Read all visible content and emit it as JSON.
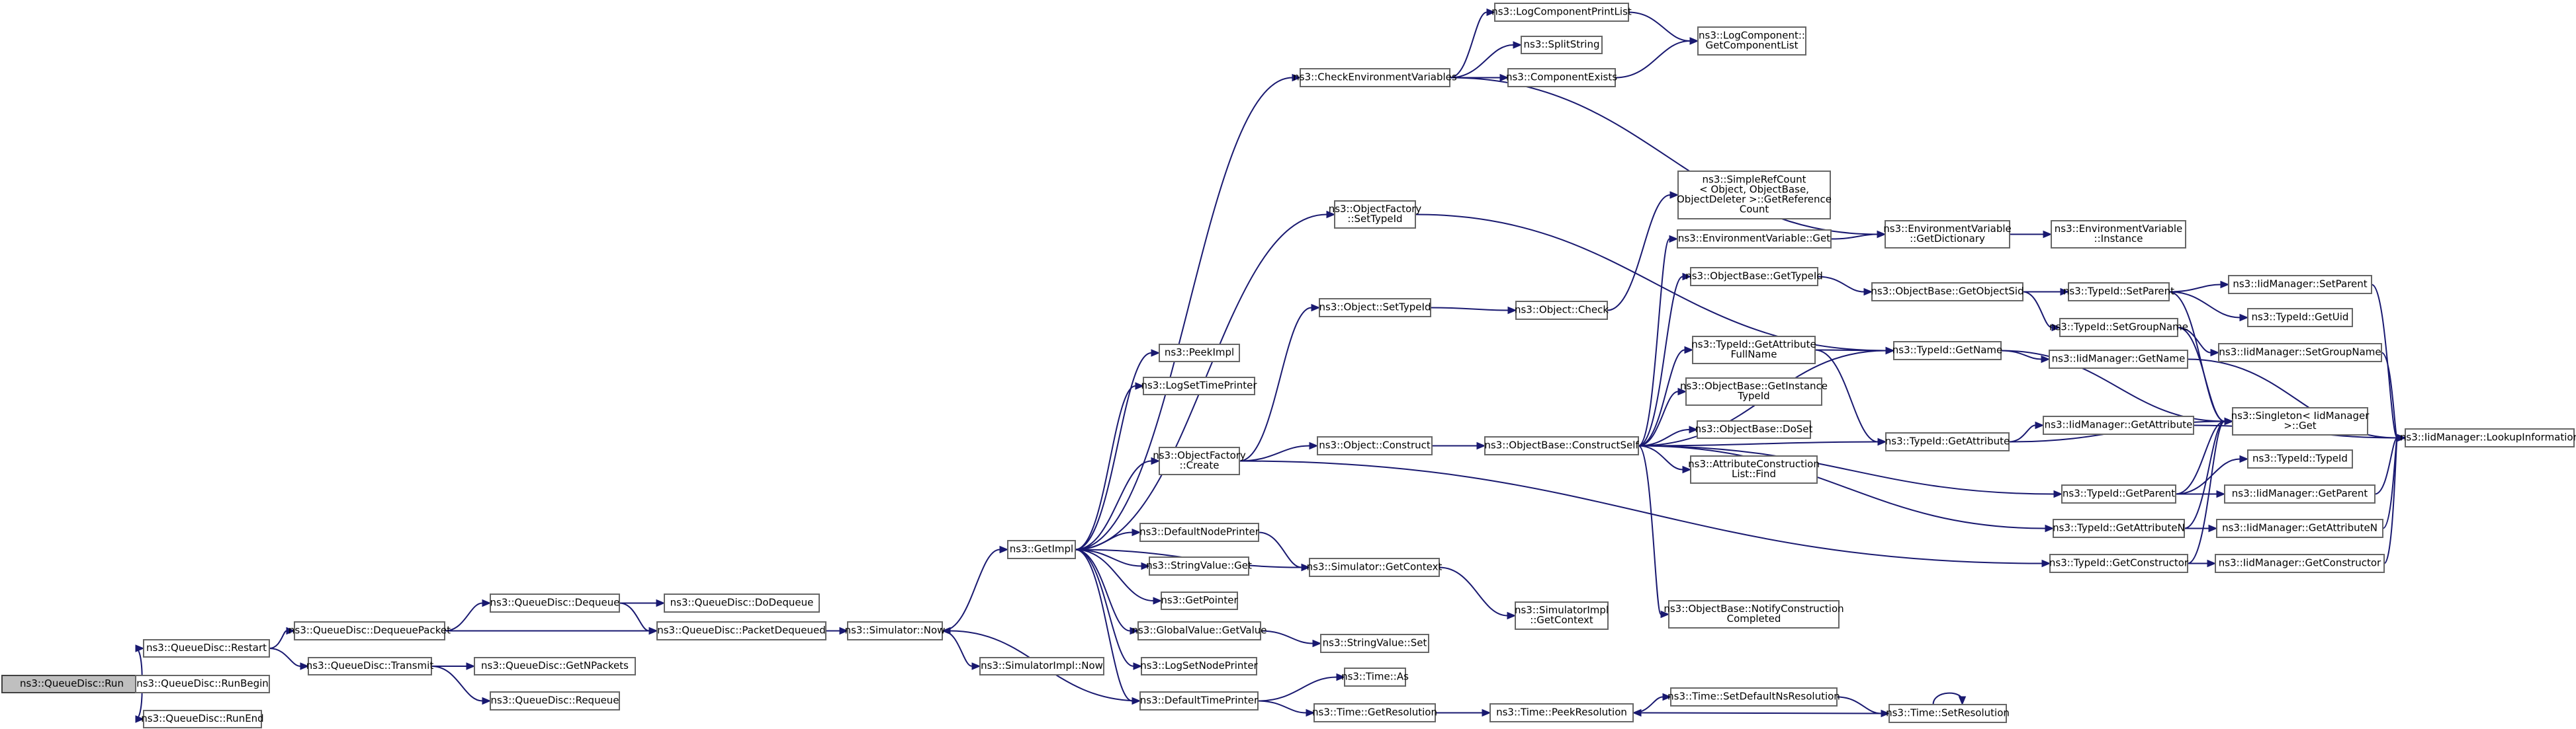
{
  "title": "",
  "colors": {
    "edge": "#191970",
    "node_border": "#666666",
    "root_fill": "#bfbfbf",
    "background": "#ffffff"
  },
  "nodes": [
    {
      "id": "run",
      "lines": [
        "ns3::QueueDisc::Run"
      ],
      "root": true
    },
    {
      "id": "restart",
      "lines": [
        "ns3::QueueDisc::Restart"
      ]
    },
    {
      "id": "runbegin",
      "lines": [
        "ns3::QueueDisc::RunBegin"
      ]
    },
    {
      "id": "runend",
      "lines": [
        "ns3::QueueDisc::RunEnd"
      ]
    },
    {
      "id": "dequeuepacket",
      "lines": [
        "ns3::QueueDisc::DequeuePacket"
      ]
    },
    {
      "id": "transmit",
      "lines": [
        "ns3::QueueDisc::Transmit"
      ]
    },
    {
      "id": "dequeue",
      "lines": [
        "ns3::QueueDisc::Dequeue"
      ]
    },
    {
      "id": "dodequeue",
      "lines": [
        "ns3::QueueDisc::DoDequeue"
      ]
    },
    {
      "id": "packetdequeued",
      "lines": [
        "ns3::QueueDisc::PacketDequeued"
      ]
    },
    {
      "id": "getnpackets",
      "lines": [
        "ns3::QueueDisc::GetNPackets"
      ]
    },
    {
      "id": "requeue",
      "lines": [
        "ns3::QueueDisc::Requeue"
      ]
    },
    {
      "id": "simnow",
      "lines": [
        "ns3::Simulator::Now"
      ]
    },
    {
      "id": "simimplnow",
      "lines": [
        "ns3::SimulatorImpl::Now"
      ]
    },
    {
      "id": "getimpl",
      "lines": [
        "ns3::GetImpl"
      ]
    },
    {
      "id": "peekimpl",
      "lines": [
        "ns3::PeekImpl"
      ]
    },
    {
      "id": "logsettimeprinter",
      "lines": [
        "ns3::LogSetTimePrinter"
      ]
    },
    {
      "id": "objfactorycreate",
      "lines": [
        "ns3::ObjectFactory",
        "::Create"
      ]
    },
    {
      "id": "defaultnodeprinter",
      "lines": [
        "ns3::DefaultNodePrinter"
      ]
    },
    {
      "id": "stringvalueget",
      "lines": [
        "ns3::StringValue::Get"
      ]
    },
    {
      "id": "getpointer",
      "lines": [
        "ns3::GetPointer"
      ]
    },
    {
      "id": "globalvalueget",
      "lines": [
        "ns3::GlobalValue::GetValue"
      ]
    },
    {
      "id": "logsetnodeprinter",
      "lines": [
        "ns3::LogSetNodePrinter"
      ]
    },
    {
      "id": "defaulttimeprinter",
      "lines": [
        "ns3::DefaultTimePrinter"
      ]
    },
    {
      "id": "checkenv",
      "lines": [
        "ns3::CheckEnvironmentVariables"
      ]
    },
    {
      "id": "objfactorysettypeid",
      "lines": [
        "ns3::ObjectFactory",
        "::SetTypeId"
      ]
    },
    {
      "id": "objectsettypeid",
      "lines": [
        "ns3::Object::SetTypeId"
      ]
    },
    {
      "id": "objectconstruct",
      "lines": [
        "ns3::Object::Construct"
      ]
    },
    {
      "id": "simgetcontext",
      "lines": [
        "ns3::Simulator::GetContext"
      ]
    },
    {
      "id": "stringvalueset",
      "lines": [
        "ns3::StringValue::Set"
      ]
    },
    {
      "id": "timeas",
      "lines": [
        "ns3::Time::As"
      ]
    },
    {
      "id": "timegetresolution",
      "lines": [
        "ns3::Time::GetResolution"
      ]
    },
    {
      "id": "logcompprintlist",
      "lines": [
        "ns3::LogComponentPrintList"
      ]
    },
    {
      "id": "splitstring",
      "lines": [
        "ns3::SplitString"
      ]
    },
    {
      "id": "componentexists",
      "lines": [
        "ns3::ComponentExists"
      ]
    },
    {
      "id": "getcomplist",
      "lines": [
        "ns3::LogComponent::",
        "GetComponentList"
      ]
    },
    {
      "id": "objectcheck",
      "lines": [
        "ns3::Object::Check"
      ]
    },
    {
      "id": "constructself",
      "lines": [
        "ns3::ObjectBase::ConstructSelf"
      ]
    },
    {
      "id": "simimplgetcontext",
      "lines": [
        "ns3::SimulatorImpl",
        "::GetContext"
      ]
    },
    {
      "id": "peekresolution",
      "lines": [
        "ns3::Time::PeekResolution"
      ]
    },
    {
      "id": "simplerefcount",
      "lines": [
        "ns3::SimpleRefCount",
        "< Object, ObjectBase,",
        "ObjectDeleter >::GetReference",
        "Count"
      ]
    },
    {
      "id": "envget",
      "lines": [
        "ns3::EnvironmentVariable::Get"
      ]
    },
    {
      "id": "objbasegettypeid",
      "lines": [
        "ns3::ObjectBase::GetTypeId"
      ]
    },
    {
      "id": "getattrfullname",
      "lines": [
        "ns3::TypeId::GetAttribute",
        "FullName"
      ]
    },
    {
      "id": "getinstancetypeid",
      "lines": [
        "ns3::ObjectBase::GetInstance",
        "TypeId"
      ]
    },
    {
      "id": "doset",
      "lines": [
        "ns3::ObjectBase::DoSet"
      ]
    },
    {
      "id": "attrconstructfind",
      "lines": [
        "ns3::AttributeConstruction",
        "List::Find"
      ]
    },
    {
      "id": "notifyconstruction",
      "lines": [
        "ns3::ObjectBase::NotifyConstruction",
        "Completed"
      ]
    },
    {
      "id": "setdefaultnsres",
      "lines": [
        "ns3::Time::SetDefaultNsResolution"
      ]
    },
    {
      "id": "timesetresolution",
      "lines": [
        "ns3::Time::SetResolution"
      ]
    },
    {
      "id": "envgetdictionary",
      "lines": [
        "ns3::EnvironmentVariable",
        "::GetDictionary"
      ]
    },
    {
      "id": "objbasegetobjectsid",
      "lines": [
        "ns3::ObjectBase::GetObjectSid"
      ]
    },
    {
      "id": "typeidgetname",
      "lines": [
        "ns3::TypeId::GetName"
      ]
    },
    {
      "id": "typeidgetattribute",
      "lines": [
        "ns3::TypeId::GetAttribute"
      ]
    },
    {
      "id": "typeidgetparent",
      "lines": [
        "ns3::TypeId::GetParent"
      ]
    },
    {
      "id": "typeidgetattributen",
      "lines": [
        "ns3::TypeId::GetAttributeN"
      ]
    },
    {
      "id": "typeidgetconstructor",
      "lines": [
        "ns3::TypeId::GetConstructor"
      ]
    },
    {
      "id": "envinstance",
      "lines": [
        "ns3::EnvironmentVariable",
        "::Instance"
      ]
    },
    {
      "id": "typeidsetparent",
      "lines": [
        "ns3::TypeId::SetParent"
      ]
    },
    {
      "id": "typeidsetgroupname",
      "lines": [
        "ns3::TypeId::SetGroupName"
      ]
    },
    {
      "id": "iidgetname",
      "lines": [
        "ns3::IidManager::GetName"
      ]
    },
    {
      "id": "iidgetattribute",
      "lines": [
        "ns3::IidManager::GetAttribute"
      ]
    },
    {
      "id": "singletonget",
      "lines": [
        "ns3::Singleton< IidManager",
        " >::Get"
      ]
    },
    {
      "id": "typeidtypeid",
      "lines": [
        "ns3::TypeId::TypeId"
      ]
    },
    {
      "id": "iidgetparent",
      "lines": [
        "ns3::IidManager::GetParent"
      ]
    },
    {
      "id": "iidgetattributen",
      "lines": [
        "ns3::IidManager::GetAttributeN"
      ]
    },
    {
      "id": "iidgetconstructor",
      "lines": [
        "ns3::IidManager::GetConstructor"
      ]
    },
    {
      "id": "iidsetparent",
      "lines": [
        "ns3::IidManager::SetParent"
      ]
    },
    {
      "id": "typeidgetuid",
      "lines": [
        "ns3::TypeId::GetUid"
      ]
    },
    {
      "id": "iidsetgroupname",
      "lines": [
        "ns3::IidManager::SetGroupName"
      ]
    },
    {
      "id": "iidlookup",
      "lines": [
        "ns3::IidManager::LookupInformation"
      ]
    }
  ],
  "edges": [
    [
      "run",
      "restart"
    ],
    [
      "run",
      "runbegin"
    ],
    [
      "run",
      "runend"
    ],
    [
      "restart",
      "dequeuepacket"
    ],
    [
      "restart",
      "transmit"
    ],
    [
      "dequeuepacket",
      "dequeue"
    ],
    [
      "dequeuepacket",
      "packetdequeued"
    ],
    [
      "dequeue",
      "dodequeue"
    ],
    [
      "dequeue",
      "packetdequeued"
    ],
    [
      "transmit",
      "getnpackets"
    ],
    [
      "transmit",
      "requeue"
    ],
    [
      "packetdequeued",
      "simnow"
    ],
    [
      "simnow",
      "getimpl"
    ],
    [
      "simnow",
      "simimplnow"
    ],
    [
      "getimpl",
      "peekimpl"
    ],
    [
      "getimpl",
      "logsettimeprinter"
    ],
    [
      "getimpl",
      "objfactorycreate"
    ],
    [
      "getimpl",
      "defaultnodeprinter"
    ],
    [
      "getimpl",
      "stringvalueget"
    ],
    [
      "getimpl",
      "getpointer"
    ],
    [
      "getimpl",
      "globalvalueget"
    ],
    [
      "getimpl",
      "logsetnodeprinter"
    ],
    [
      "getimpl",
      "defaulttimeprinter"
    ],
    [
      "getimpl",
      "checkenv"
    ],
    [
      "getimpl",
      "objfactorysettypeid"
    ],
    [
      "getimpl",
      "simgetcontext"
    ],
    [
      "objfactorycreate",
      "objectsettypeid"
    ],
    [
      "objfactorycreate",
      "objectconstruct"
    ],
    [
      "objfactorycreate",
      "typeidgetconstructor"
    ],
    [
      "defaultnodeprinter",
      "simgetcontext"
    ],
    [
      "globalvalueget",
      "stringvalueset"
    ],
    [
      "defaulttimeprinter",
      "simnow"
    ],
    [
      "defaulttimeprinter",
      "timeas"
    ],
    [
      "defaulttimeprinter",
      "timegetresolution"
    ],
    [
      "checkenv",
      "logcompprintlist"
    ],
    [
      "checkenv",
      "splitstring"
    ],
    [
      "checkenv",
      "componentexists"
    ],
    [
      "checkenv",
      "envgetdictionary"
    ],
    [
      "logcompprintlist",
      "getcomplist"
    ],
    [
      "componentexists",
      "getcomplist"
    ],
    [
      "objfactorysettypeid",
      "typeidgetname"
    ],
    [
      "objectsettypeid",
      "objectcheck"
    ],
    [
      "objectcheck",
      "simplerefcount"
    ],
    [
      "objectconstruct",
      "constructself"
    ],
    [
      "simgetcontext",
      "simimplgetcontext"
    ],
    [
      "timegetresolution",
      "peekresolution"
    ],
    [
      "peekresolution",
      "setdefaultnsres"
    ],
    [
      "setdefaultnsres",
      "timesetresolution"
    ],
    [
      "timesetresolution",
      "peekresolution"
    ],
    [
      "timesetresolution",
      "timesetresolution"
    ],
    [
      "constructself",
      "envget"
    ],
    [
      "constructself",
      "objbasegettypeid"
    ],
    [
      "constructself",
      "getattrfullname"
    ],
    [
      "constructself",
      "getinstancetypeid"
    ],
    [
      "constructself",
      "doset"
    ],
    [
      "constructself",
      "attrconstructfind"
    ],
    [
      "constructself",
      "notifyconstruction"
    ],
    [
      "constructself",
      "typeidgetname"
    ],
    [
      "constructself",
      "typeidgetattribute"
    ],
    [
      "constructself",
      "typeidgetparent"
    ],
    [
      "constructself",
      "typeidgetattributen"
    ],
    [
      "envget",
      "envgetdictionary"
    ],
    [
      "envgetdictionary",
      "envinstance"
    ],
    [
      "objbasegettypeid",
      "objbasegetobjectsid"
    ],
    [
      "objbasegetobjectsid",
      "typeidsetparent"
    ],
    [
      "objbasegetobjectsid",
      "typeidsetgroupname"
    ],
    [
      "getattrfullname",
      "typeidgetname"
    ],
    [
      "getattrfullname",
      "typeidgetattribute"
    ],
    [
      "typeidgetname",
      "iidgetname"
    ],
    [
      "typeidgetname",
      "singletonget"
    ],
    [
      "typeidgetattribute",
      "iidgetattribute"
    ],
    [
      "typeidgetattribute",
      "singletonget"
    ],
    [
      "typeidgetparent",
      "typeidtypeid"
    ],
    [
      "typeidgetparent",
      "iidgetparent"
    ],
    [
      "typeidgetparent",
      "singletonget"
    ],
    [
      "typeidgetattributen",
      "iidgetattributen"
    ],
    [
      "typeidgetattributen",
      "singletonget"
    ],
    [
      "typeidgetconstructor",
      "iidgetconstructor"
    ],
    [
      "typeidgetconstructor",
      "singletonget"
    ],
    [
      "typeidsetparent",
      "iidsetparent"
    ],
    [
      "typeidsetparent",
      "typeidgetuid"
    ],
    [
      "typeidsetparent",
      "singletonget"
    ],
    [
      "typeidsetgroupname",
      "iidsetgroupname"
    ],
    [
      "typeidsetgroupname",
      "singletonget"
    ],
    [
      "iidgetname",
      "iidlookup"
    ],
    [
      "iidgetattribute",
      "iidlookup"
    ],
    [
      "iidgetparent",
      "iidlookup"
    ],
    [
      "iidgetattributen",
      "iidlookup"
    ],
    [
      "iidgetconstructor",
      "iidlookup"
    ],
    [
      "iidsetparent",
      "iidlookup"
    ],
    [
      "iidsetgroupname",
      "iidlookup"
    ]
  ]
}
